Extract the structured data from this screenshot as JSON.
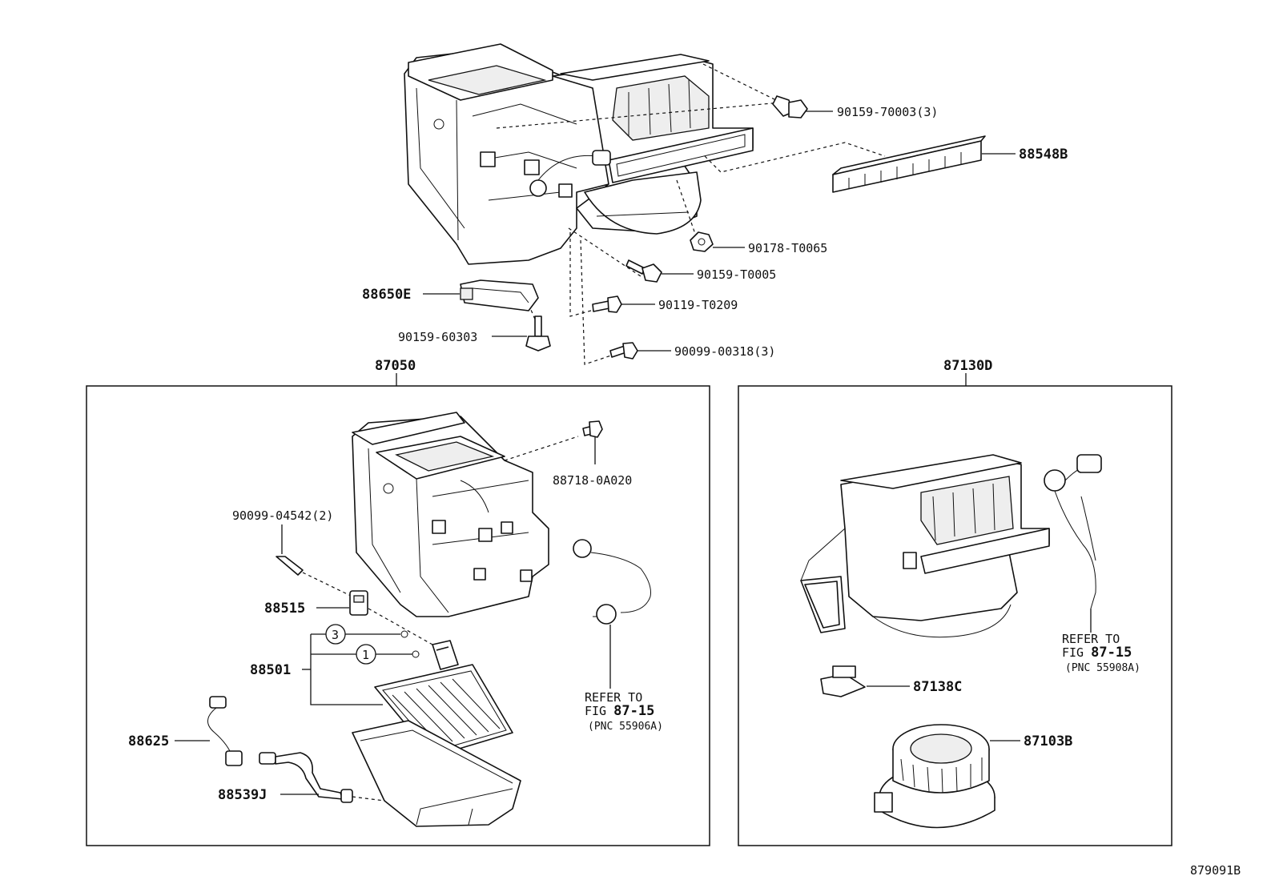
{
  "diagram": {
    "figure_code": "879091B",
    "groups": [
      {
        "id": "87050",
        "label": "87050"
      },
      {
        "id": "87130D",
        "label": "87130D"
      }
    ],
    "part_labels": {
      "p90159_70003": "90159-70003(3)",
      "p88548B": "88548B",
      "p90178_T0065": "90178-T0065",
      "p90159_T0005": "90159-T0005",
      "p88650E": "88650E",
      "p90119_T0209": "90119-T0209",
      "p90159_60303": "90159-60303",
      "p90099_00318": "90099-00318(3)",
      "p88718_0A020": "88718-0A020",
      "p90099_04542": "90099-04542(2)",
      "p88515": "88515",
      "p88501": "88501",
      "p88625": "88625",
      "p88539J": "88539J",
      "p87138C": "87138C",
      "p87103B": "87103B"
    },
    "callouts": {
      "c3": "3",
      "c1": "1"
    },
    "references": [
      {
        "line1": "REFER TO",
        "line2a": "FIG ",
        "line2b": "87-15",
        "line3": "(PNC 55906A)"
      },
      {
        "line1": "REFER TO",
        "line2a": "FIG ",
        "line2b": "87-15",
        "line3": "(PNC 55908A)"
      }
    ]
  }
}
